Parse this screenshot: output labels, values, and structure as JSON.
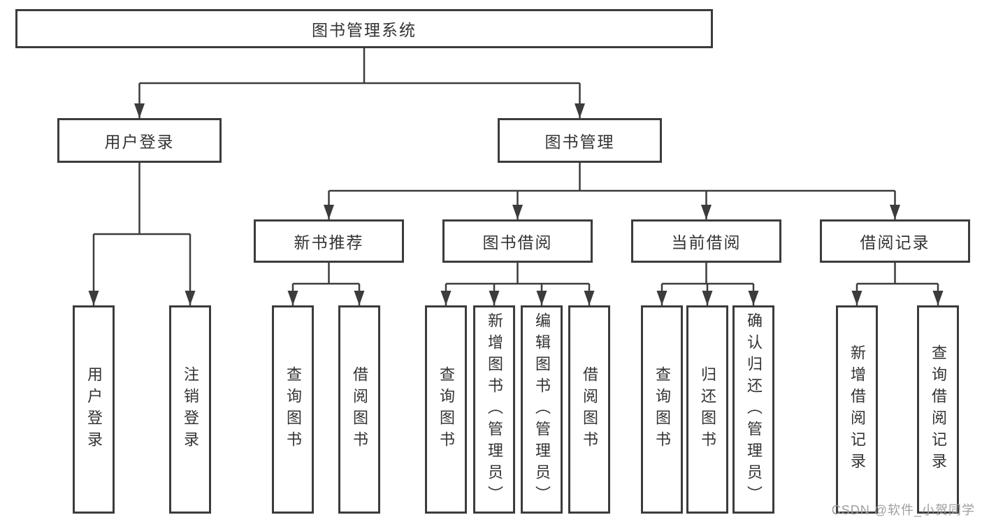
{
  "diagram_type": "hierarchy-tree",
  "colors": {
    "line": "#3c3c3c",
    "box_border": "#3c3c3c",
    "text": "#333333",
    "background": "#ffffff",
    "watermark": "#9e9e9e"
  },
  "tree": {
    "root": {
      "label": "图书管理系统",
      "children": [
        {
          "label": "用户登录",
          "children": [
            {
              "label": "用户登录"
            },
            {
              "label": "注销登录"
            }
          ]
        },
        {
          "label": "图书管理",
          "children": [
            {
              "label": "新书推荐",
              "children": [
                {
                  "label": "查询图书"
                },
                {
                  "label": "借阅图书"
                }
              ]
            },
            {
              "label": "图书借阅",
              "children": [
                {
                  "label": "查询图书"
                },
                {
                  "label": "新增图书（管理员）"
                },
                {
                  "label": "编辑图书（管理员）"
                },
                {
                  "label": "借阅图书"
                }
              ]
            },
            {
              "label": "当前借阅",
              "children": [
                {
                  "label": "查询图书"
                },
                {
                  "label": "归还图书"
                },
                {
                  "label": "确认归还（管理员）"
                }
              ]
            },
            {
              "label": "借阅记录",
              "children": [
                {
                  "label": "新增借阅记录"
                },
                {
                  "label": "查询借阅记录"
                }
              ]
            }
          ]
        }
      ]
    }
  },
  "watermark": {
    "text": "CSDN @软件_小贺同学"
  }
}
